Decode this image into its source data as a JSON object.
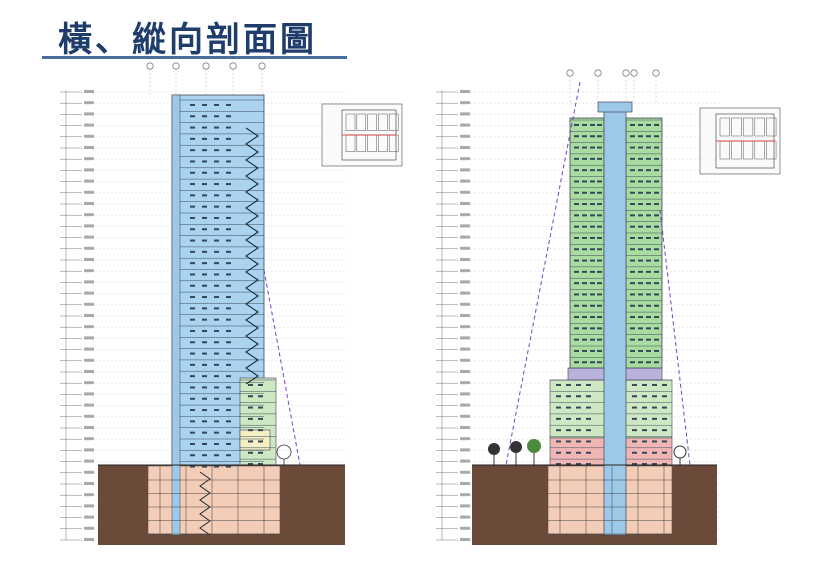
{
  "page": {
    "title": "橫、縱向剖面圖"
  },
  "colors": {
    "title": "#1f3d6b",
    "rule": "#4a6e9c",
    "residential_blue": "#a9d3ef",
    "residential_green": "#a8dca0",
    "podium_green": "#cfe8c4",
    "amenity_yellow": "#f4f0c4",
    "retail_pink": "#f0b6b4",
    "basement_peach": "#f4cdb8",
    "soil": "#6b4a3a",
    "roof_purple": "#b9b3dc",
    "core_blue": "#9cc9e8"
  },
  "sections": [
    {
      "name": "horizontal-section"
    },
    {
      "name": "vertical-section"
    }
  ]
}
